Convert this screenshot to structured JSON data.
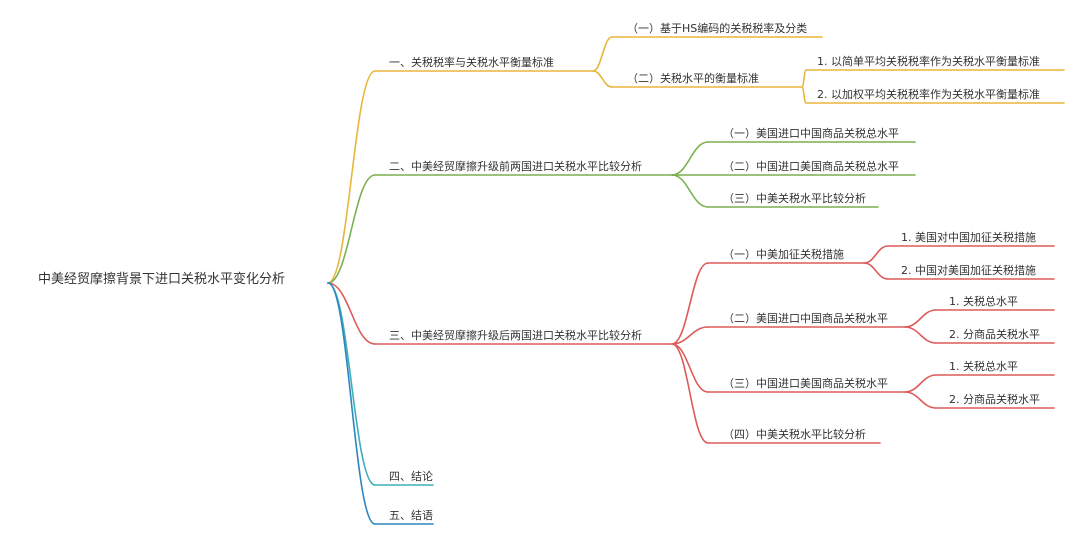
{
  "root": {
    "label": "中美经贸摩擦背景下进口关税水平变化分析"
  },
  "branches": [
    {
      "label": "一、关税税率与关税水平衡量标准",
      "color": "#e8b53a",
      "children": [
        {
          "label": "（一）基于HS编码的关税税率及分类",
          "children": []
        },
        {
          "label": "（二）关税水平的衡量标准",
          "children": [
            {
              "label": "1. 以简单平均关税税率作为关税水平衡量标准"
            },
            {
              "label": "2. 以加权平均关税税率作为关税水平衡量标准"
            }
          ]
        }
      ]
    },
    {
      "label": "二、中美经贸摩擦升级前两国进口关税水平比较分析",
      "color": "#7ab14f",
      "children": [
        {
          "label": "（一）美国进口中国商品关税总水平",
          "children": []
        },
        {
          "label": "（二）中国进口美国商品关税总水平",
          "children": []
        },
        {
          "label": "（三）中美关税水平比较分析",
          "children": []
        }
      ]
    },
    {
      "label": "三、中美经贸摩擦升级后两国进口关税水平比较分析",
      "color": "#de5a5a",
      "children": [
        {
          "label": "（一）中美加征关税措施",
          "children": [
            {
              "label": "1. 美国对中国加征关税措施"
            },
            {
              "label": "2. 中国对美国加征关税措施"
            }
          ]
        },
        {
          "label": "（二）美国进口中国商品关税水平",
          "children": [
            {
              "label": "1. 关税总水平"
            },
            {
              "label": "2. 分商品关税水平"
            }
          ]
        },
        {
          "label": "（三）中国进口美国商品关税水平",
          "children": [
            {
              "label": "1. 关税总水平"
            },
            {
              "label": "2. 分商品关税水平"
            }
          ]
        },
        {
          "label": "（四）中美关税水平比较分析",
          "children": []
        }
      ]
    },
    {
      "label": "四、结论",
      "color": "#3cb0b8",
      "children": []
    },
    {
      "label": "五、结语",
      "color": "#2e86bf",
      "children": []
    }
  ]
}
